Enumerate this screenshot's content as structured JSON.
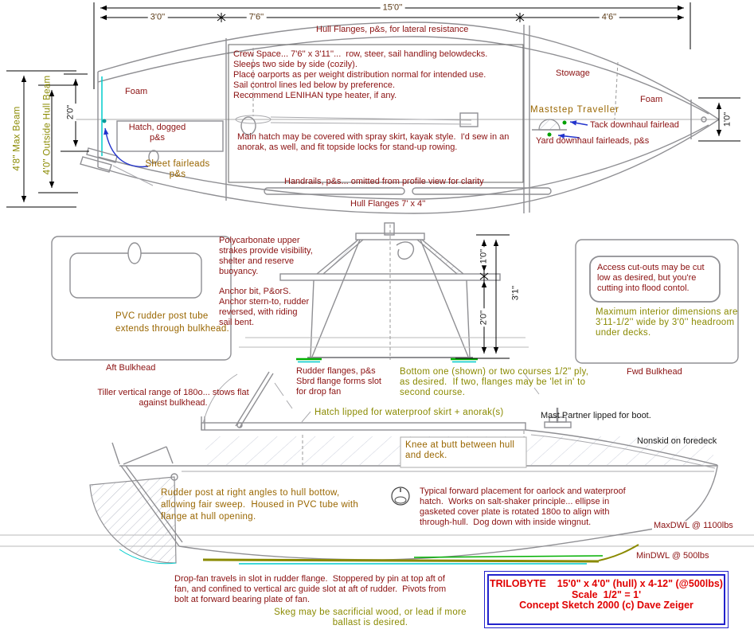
{
  "palette": {
    "note_red": "#8b1111",
    "olive": "#8a8a00",
    "brown": "#996600",
    "dim_brown": "#5a3a16",
    "arrow_blue": "#2233cc",
    "dot_green": "#00a000",
    "dot_teal": "#009999",
    "accent_cyan": "#00cccc",
    "accent_green": "#00b000",
    "skeg_olive": "#8a8a00",
    "title_red": "#e00000",
    "title_border": "#2222cc",
    "line_gray": "#8f8f93"
  },
  "plan_view": {
    "dims": {
      "overall": "15'0''",
      "stern": "3'0''",
      "mid": "7'6''",
      "bow": "4'6''",
      "max_beam": "4'8\" Max Beam",
      "outside_beam": "4'0\" Outside Hull Beam",
      "half_beam": "2'0\"",
      "bow_width": "1'0\""
    },
    "notes": {
      "hull_flanges_lateral": "Hull Flanges, p&s, for lateral resistance",
      "crew_space": "Crew Space... 7'6'' x 3'11''...  row, steer, sail handling belowdecks.\nSleeps two side by side (cozily).\nPlace oarports as per weight distribution normal for intended use.\nSail control lines led below by preference.\nRecommend LENIHAN type heater, if any.",
      "stowage": "Stowage",
      "foam_right": "Foam",
      "foam_left": "Foam",
      "maststep_traveller": "Maststep Traveller",
      "tack_downhaul": "Tack downhaul fairlead",
      "yard_downhaul": "Yard downhaul fairleads, p&s",
      "hatch_dogged": "Hatch, dogged\np&s",
      "sheet_fairleads": "Sheet fairleads\np&s",
      "main_hatch": "Main hatch may be covered with spray skirt, kayak style.  I'd sew in an\nanorak, as well, and fit topside locks for stand-up rowing.",
      "handrails": "Handrails, p&s... omitted from profile view for clarity",
      "hull_flanges_size": "Hull Flanges 7' x 4''"
    }
  },
  "bulkheads": {
    "aft_label": "Aft Bulkhead",
    "fwd_label": "Fwd Bulkhead",
    "pvc_note": "PVC rudder post tube\nextends through bulkhead.",
    "access_note": "Access cut-outs may be cut\nlow as desired, but you're\ncutting into flood contol.",
    "interior_note": "Maximum interior dimensions are\n3'11-1/2'' wide by 3'0'' headroom\nunder decks."
  },
  "section_view": {
    "dims": {
      "upper": "1'0''",
      "lower": "2'0''",
      "total": "3'1''"
    },
    "notes": {
      "polycarbonate": "Polycarbonate upper\nstrakes provide visibility,\nshelter and reserve\nbuoyancy.",
      "anchor": "Anchor bit, P&orS.\nAnchor stern-to, rudder\nreversed, with riding\nsail bent.",
      "rudder_flanges": "Rudder flanges, p&s\nSbrd flange forms slot\nfor drop fan",
      "bottom_courses": "Bottom one (shown) or two courses 1/2\" ply,\nas desired.  If two, flanges may be 'let in' to\nsecond course."
    }
  },
  "profile_view": {
    "notes": {
      "tiller": "Tiller vertical range of 180o... stows flat\nagainst bulkhead.",
      "hatch_lipped": "Hatch lipped for waterproof skirt + anorak(s)",
      "mast_partner": "Mast Partner lipped for boot.",
      "nonskid": "Nonskid on foredeck",
      "knee": "Knee at butt between hull\nand deck.",
      "rudder_post": "Rudder post at right angles to hull bottow,\nallowing fair sweep.  Housed in PVC tube with\nflange at hull opening.",
      "oarlock": "Typical forward placement for oarlock and waterproof\nhatch.  Works on salt-shaker principle... ellipse in\ngasketed cover plate is rotated 180o to align with\nthrough-hull.  Dog down with inside wingnut.",
      "max_dwl": "MaxDWL @ 1100lbs",
      "min_dwl": "MinDWL @ 500lbs",
      "drop_fan": "Drop-fan travels in slot in rudder flange.  Stoppered by pin at top aft of\nfan, and confined to vertical arc guide slot at aft of rudder.  Pivots from\nbolt at forward bearing plate of fan.",
      "skeg": "Skeg may be sacrificial wood, or lead if more\nballast is desired."
    }
  },
  "title_block": {
    "line1": "TRILOBYTE    15'0\" x 4'0\" (hull) x 4-12\" (@500lbs)",
    "scale": "Scale  1/2\" = 1'",
    "credit": "Concept Sketch 2000 (c) Dave Zeiger"
  }
}
